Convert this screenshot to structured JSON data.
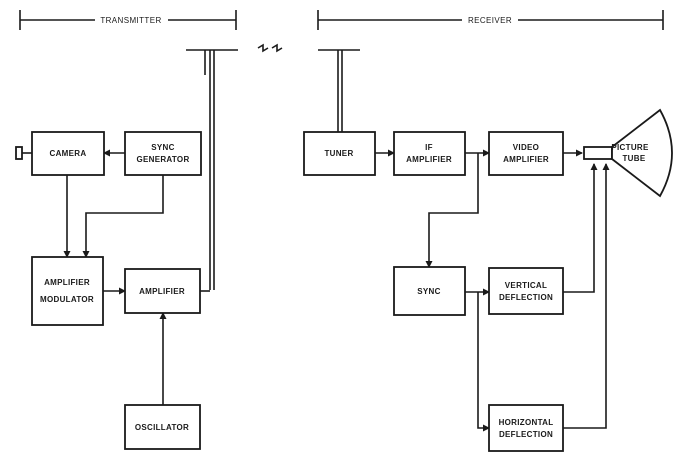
{
  "sections": {
    "transmitter": "TRANSMITTER",
    "receiver": "RECEIVER"
  },
  "blocks": {
    "camera": [
      "CAMERA"
    ],
    "sync_generator": [
      "SYNC",
      "GENERATOR"
    ],
    "amplifier_modulator": [
      "AMPLIFIER",
      "MODULATOR"
    ],
    "amplifier": [
      "AMPLIFIER"
    ],
    "oscillator": [
      "OSCILLATOR"
    ],
    "tuner": [
      "TUNER"
    ],
    "if_amplifier": [
      "IF",
      "AMPLIFIER"
    ],
    "video_amplifier": [
      "VIDEO",
      "AMPLIFIER"
    ],
    "picture_tube": [
      "PICTURE",
      "TUBE"
    ],
    "sync": [
      "SYNC"
    ],
    "vertical_deflection": [
      "VERTICAL",
      "DEFLECTION"
    ],
    "horizontal_deflection": [
      "HORIZONTAL",
      "DEFLECTION"
    ]
  },
  "colors": {
    "ink": "#1a1a1a",
    "paper": "#ffffff"
  }
}
